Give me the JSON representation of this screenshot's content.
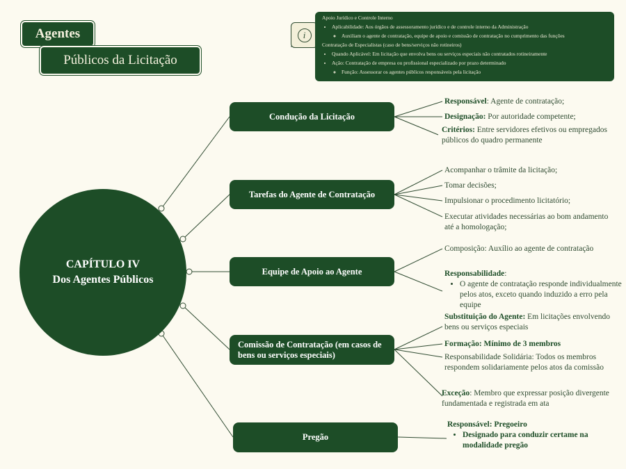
{
  "title": {
    "line1": "Agentes",
    "line2": "Públicos da Licitação"
  },
  "note": {
    "icon": "info-icon",
    "h1": "Apoio Jurídico e Controle Interno",
    "i1": "Aplicabilidade: Aos órgãos de assessoramento jurídico e de controle interno da Administração",
    "i1a": "Auxiliam o agente de contratação, equipe de apoio e comissão de contratação no cumprimento das funções",
    "h2": "Contratação de Especialistas (caso de bens/serviços não rotineiros)",
    "i2": "Quando Aplicável: Em licitação que envolva bens ou serviços especiais não contratados rotineiramente",
    "i3": "Ação: Contratação de empresa ou profissional especializado por prazo determinado",
    "i3a": "Função: Assessorar os agentes públicos responsáveis pela licitação"
  },
  "center": {
    "line1": "CAPÍTULO IV",
    "line2": "Dos Agentes Públicos"
  },
  "branches": [
    {
      "label": "Condução da Licitação",
      "leaves": [
        {
          "b": "Responsável",
          "t": ": Agente de contratação;"
        },
        {
          "b": "Designação:",
          "t": " Por autoridade competente;"
        },
        {
          "b": "Critérios:",
          "t": " Entre servidores efetivos ou empregados públicos do quadro permanente"
        }
      ]
    },
    {
      "label": "Tarefas do Agente de Contratação",
      "leaves": [
        {
          "t": "Acompanhar o trâmite da licitação;"
        },
        {
          "t": "Tomar decisões;"
        },
        {
          "t": "Impulsionar o procedimento licitatório;"
        },
        {
          "t": "Executar atividades necessárias ao bom andamento até a homologação;"
        }
      ]
    },
    {
      "label": "Equipe de Apoio ao Agente",
      "leaves": [
        {
          "t": "Composição: Auxílio ao agente de contratação"
        },
        {
          "b": "Responsabilidade",
          "t": ":",
          "sub": "O agente de contratação responde individualmente pelos atos, exceto quando induzido a erro pela equipe"
        }
      ]
    },
    {
      "label": "Comissão de Contratação (em casos de bens ou serviços especiais)",
      "leaves": [
        {
          "b": "Substituição do Agente:",
          "t": " Em licitações envolvendo bens ou serviços especiais"
        },
        {
          "b": "Formação: Mínimo de 3 membros",
          "t": ""
        },
        {
          "t": "Responsabilidade Solidária: Todos os membros respondem solidariamente pelos atos da comissão"
        },
        {
          "b": "Exceção",
          "t": ": Membro que expressar posição divergente fundamentada e registrada em ata"
        }
      ]
    },
    {
      "label": "Pregão",
      "leaves": [
        {
          "b": "Responsável: Pregoeiro",
          "sub": "Designado para conduzir certame na modalidade pregão"
        }
      ]
    }
  ]
}
